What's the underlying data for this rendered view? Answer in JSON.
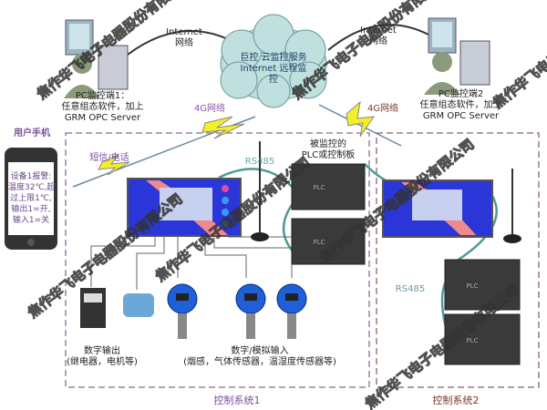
{
  "cloud": {
    "line1": "巨控 云监控服务",
    "line2": "Internet 远程监",
    "line3": "控",
    "color": "#bfe0de"
  },
  "links": {
    "internet1_a": "Internet",
    "internet1_b": "网络",
    "internet2_a": "Internet",
    "internet2_b": "网络",
    "g4_left": "4G网络",
    "g4_right": "4G网络",
    "sms": "短信/电话"
  },
  "pc1": {
    "line1": "PC监控端1：",
    "line2": "任意组态软件，加上",
    "line3": "GRM OPC Server"
  },
  "pc2": {
    "line1": "PC监控端2",
    "line2": "任意组态软件，加上",
    "line3": "GRM OPC Server"
  },
  "phone": {
    "title": "用户手机",
    "lines": [
      "设备1报警:",
      "温度32℃,超",
      "过上限1℃,",
      "输出1=开,",
      "输入1=关"
    ]
  },
  "system1": {
    "label": "控制系统1",
    "rs485": "RS485",
    "plc_label1": "被监控的",
    "plc_label2": "PLC或控制板",
    "plc": "PLC",
    "out_label1": "数字输出",
    "out_label2": "(继电器，电机等)",
    "in_label1": "数字/模拟输入",
    "in_label2": "(烟感，气体传感器，温湿度传感器等)"
  },
  "system2": {
    "label": "控制系统2",
    "rs485": "RS485",
    "plc": "PLC"
  },
  "watermark": "焦作华飞电子电器股份有限公司",
  "colors": {
    "purple": "#7a4f9a",
    "brown": "#7a3a2a",
    "bolt": "#f4ee2a",
    "cable": "#4e9a96",
    "device_blue": "#1f5fd8"
  }
}
